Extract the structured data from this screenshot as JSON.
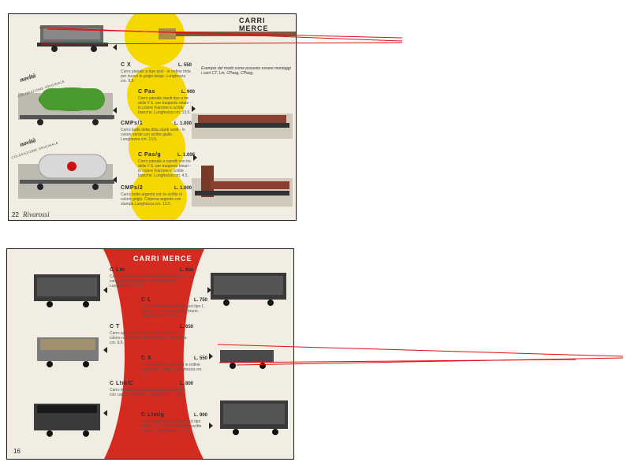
{
  "page_top": {
    "header": "CARRI MERCE",
    "page_number": "22",
    "brand": "Rivarossi",
    "novita_label": "novità",
    "novita_sub": "COLORAZIONE ORIGINALE",
    "note": "Esempio del modo come possono essere montaggi i carri CT, Lm, CPasg, CPasg.",
    "entries": [
      {
        "code": "C X",
        "price": "L. 550",
        "desc": "Carro pianale a due assi - in ordine tinta per nuovo lo grigia beige. Lunghezza cm. 9,5."
      },
      {
        "code": "C Pas",
        "price": "L. 900",
        "desc": "Carro pianale stanti tipo a tre delle F.S. per trasporto rotaie - in colore marrone e scritte bianche. Lunghezza cm. 13,5."
      },
      {
        "code": "CMPs/1",
        "price": "L. 1.000",
        "desc": "Carro botte della ditta stanti verdi - in colore verde con scritte gialle. Lunghezza cm. 13,5."
      },
      {
        "code": "C Pas/g",
        "price": "L. 1.000",
        "desc": "Carro pianale a carrelli con tre delle F.S. per trasporto binari - in colore marrone e scritte bianche. Lunghezza cm. 4,5."
      },
      {
        "code": "CMPs/2",
        "price": "L. 1.000",
        "desc": "Carro botte argento con le scritte in colore grigio. Cisterna argento con stampa Lunghezza cm. 13,5."
      }
    ]
  },
  "page_bottom": {
    "header": "CARRI MERCE",
    "page_number": "16",
    "entries": [
      {
        "code": "C Lm",
        "price": "L. 650",
        "desc": "Carro merci aperto a due assi tipo delle F.S. - in colore rosso bruno con scritte bianche. Lunghezza cm. 9,5."
      },
      {
        "code": "C L",
        "price": "L. 750",
        "desc": "Carro merci aperto a due assi tipo L delle F.S. - in colore rosso bruno. Lunghezza cm. 11,5."
      },
      {
        "code": "C T",
        "price": "L. 650",
        "desc": "Carro aperto a due assi carico di travi - in colore rosso con scritte bianche. Lunghezza cm. 9,5."
      },
      {
        "code": "C X",
        "price": "L. 550",
        "desc": "Carro pianale a due assi in ordine tinta grigio e rossa. Lunghezza cm. 9,5."
      },
      {
        "code": "C Ltm/C",
        "price": "L. 800",
        "desc": "Carro merci aperto a due assi tipo delle F.S. con carico di carbone. Lunghezza cm. 9,5."
      },
      {
        "code": "C Ltm/g",
        "price": "L. 900",
        "desc": "Carro merci aperto a due assi tipo delle F.S. - in colore grigio e scritte bianche. Lunghezza cm. 11."
      }
    ]
  },
  "colors": {
    "top_accent": "#f5d800",
    "bottom_accent": "#d42a20",
    "paper": "#f1ede2",
    "annotation": "#e01010"
  }
}
